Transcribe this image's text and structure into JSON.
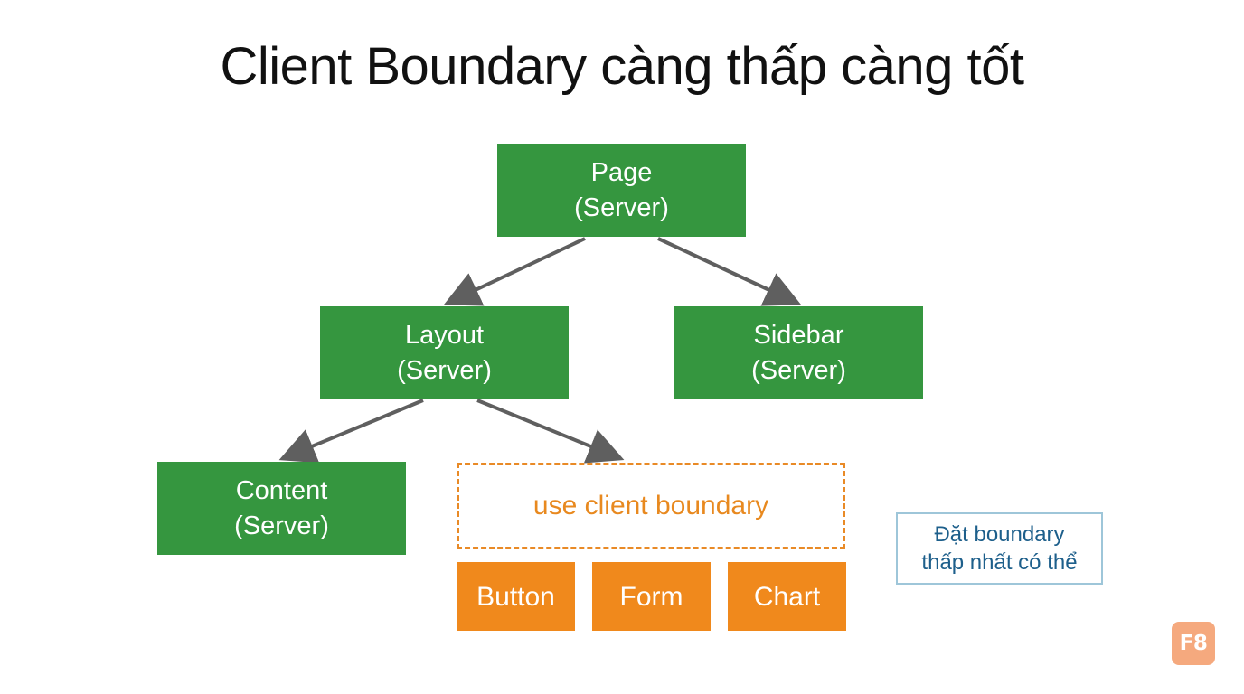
{
  "title": "Client Boundary càng thấp càng tốt",
  "nodes": {
    "page": {
      "name": "Page",
      "kind": "(Server)"
    },
    "layout": {
      "name": "Layout",
      "kind": "(Server)"
    },
    "sidebar": {
      "name": "Sidebar",
      "kind": "(Server)"
    },
    "content": {
      "name": "Content",
      "kind": "(Server)"
    }
  },
  "boundary": {
    "label": "use client boundary"
  },
  "client_components": {
    "button": "Button",
    "form": "Form",
    "chart": "Chart"
  },
  "note": {
    "line1": "Đặt boundary",
    "line2": "thấp nhất có thể"
  },
  "logo": {
    "text": "F8"
  },
  "colors": {
    "server": "#35963f",
    "client": "#f0891c",
    "boundary_border": "#e98a26",
    "note_border": "#9ec6d9",
    "note_text": "#1d5f8b",
    "edge": "#5f5f5f"
  }
}
